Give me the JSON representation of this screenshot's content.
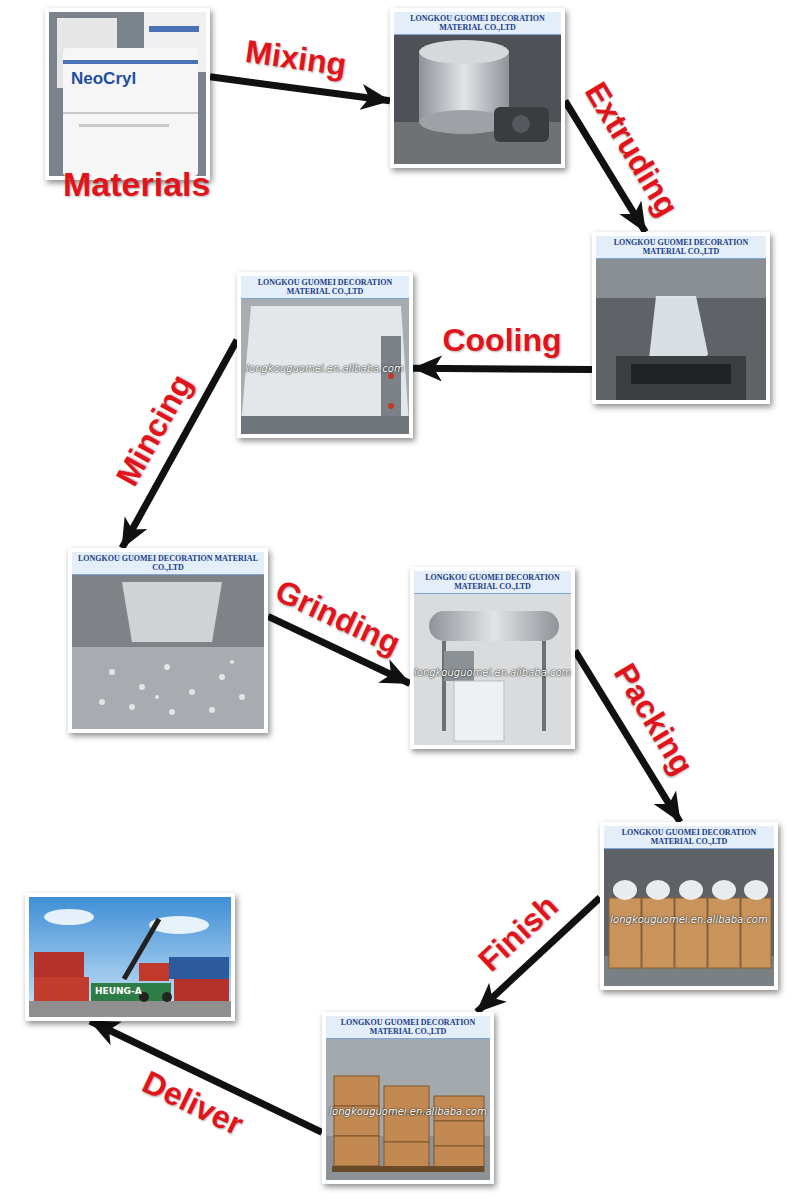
{
  "diagram": {
    "nodes": [
      {
        "text": [
          "NeoCryl",
          "Materials"
        ]
      },
      {
        "text": [
          "LONGKOU GUOMEI DECORATION MATERIAL CO.,LTD"
        ]
      },
      {
        "text": [
          "LONGKOU GUOMEI DECORATION MATERIAL CO.,LTD"
        ]
      },
      {
        "text": [
          "LONGKOU GUOMEI DECORATION MATERIAL CO.,LTD",
          "longkouguomei.en.alibaba.com"
        ]
      },
      {
        "text": [
          "LONGKOU GUOMEI DECORATION MATERIAL CO.,LTD"
        ]
      },
      {
        "text": [
          "LONGKOU GUOMEI DECORATION MATERIAL CO.,LTD",
          "longkouguomei.en.alibaba.com"
        ]
      },
      {
        "text": [
          "LONGKOU GUOMEI DECORATION MATERIAL CO.,LTD",
          "longkouguomei.en.alibaba.com"
        ]
      },
      {
        "text": [
          "LONGKOU GUOMEI DECORATION MATERIAL CO.,LTD",
          "longkouguomei.en.alibaba.com"
        ]
      },
      {
        "text": [
          "HEUNG-A"
        ]
      }
    ],
    "edges": [
      {
        "from": 0,
        "to": 1,
        "label": "Mixing",
        "arrow": "to"
      },
      {
        "from": 1,
        "to": 2,
        "label": "Extruding",
        "arrow": "to"
      },
      {
        "from": 2,
        "to": 3,
        "label": "Cooling",
        "arrow": "to"
      },
      {
        "from": 3,
        "to": 4,
        "label": "Mincing",
        "arrow": "to"
      },
      {
        "from": 4,
        "to": 5,
        "label": "Grinding",
        "arrow": "to"
      },
      {
        "from": 5,
        "to": 6,
        "label": "Packing",
        "arrow": "to"
      },
      {
        "from": 6,
        "to": 7,
        "label": "Finish",
        "arrow": "to"
      },
      {
        "from": 7,
        "to": 8,
        "label": "Deliver",
        "arrow": "to"
      }
    ]
  }
}
